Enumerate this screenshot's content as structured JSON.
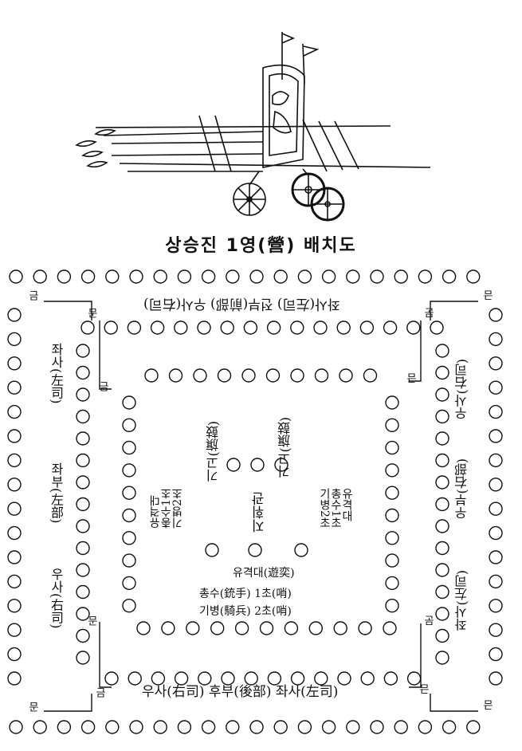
{
  "title": "상승진 1영(營) 배치도",
  "labels": {
    "top_row": "좌사(左司) 전부(前部) 우사(右司)",
    "bottom_row": "우사(右司) 후부(後部) 좌사(左司)",
    "left_outer_1": "좌사(左司)",
    "left_outer_2": "좌부(左部)",
    "left_outer_3": "우사(右司)",
    "right_outer_1": "우사(右司)",
    "right_outer_2": "우부(右部)",
    "right_outer_3": "좌사(左司)",
    "gate_mun": "문",
    "gate_geum": "금",
    "flag_left": "기고(旗鼓)",
    "flag_right": "기고(旗鼓)",
    "center_command": "지휘관",
    "left_unit_1": "유격대",
    "left_unit_2": "총수1초",
    "left_unit_3": "기병2초",
    "right_unit_1": "유격대",
    "right_unit_2": "총수1초",
    "right_unit_3": "기병2초",
    "bottom_unit_1": "유격대(遊奕)",
    "bottom_unit_2": "총수(銃手) 1초(哨)",
    "bottom_unit_3": "기병(騎兵) 2초(哨)"
  }
}
